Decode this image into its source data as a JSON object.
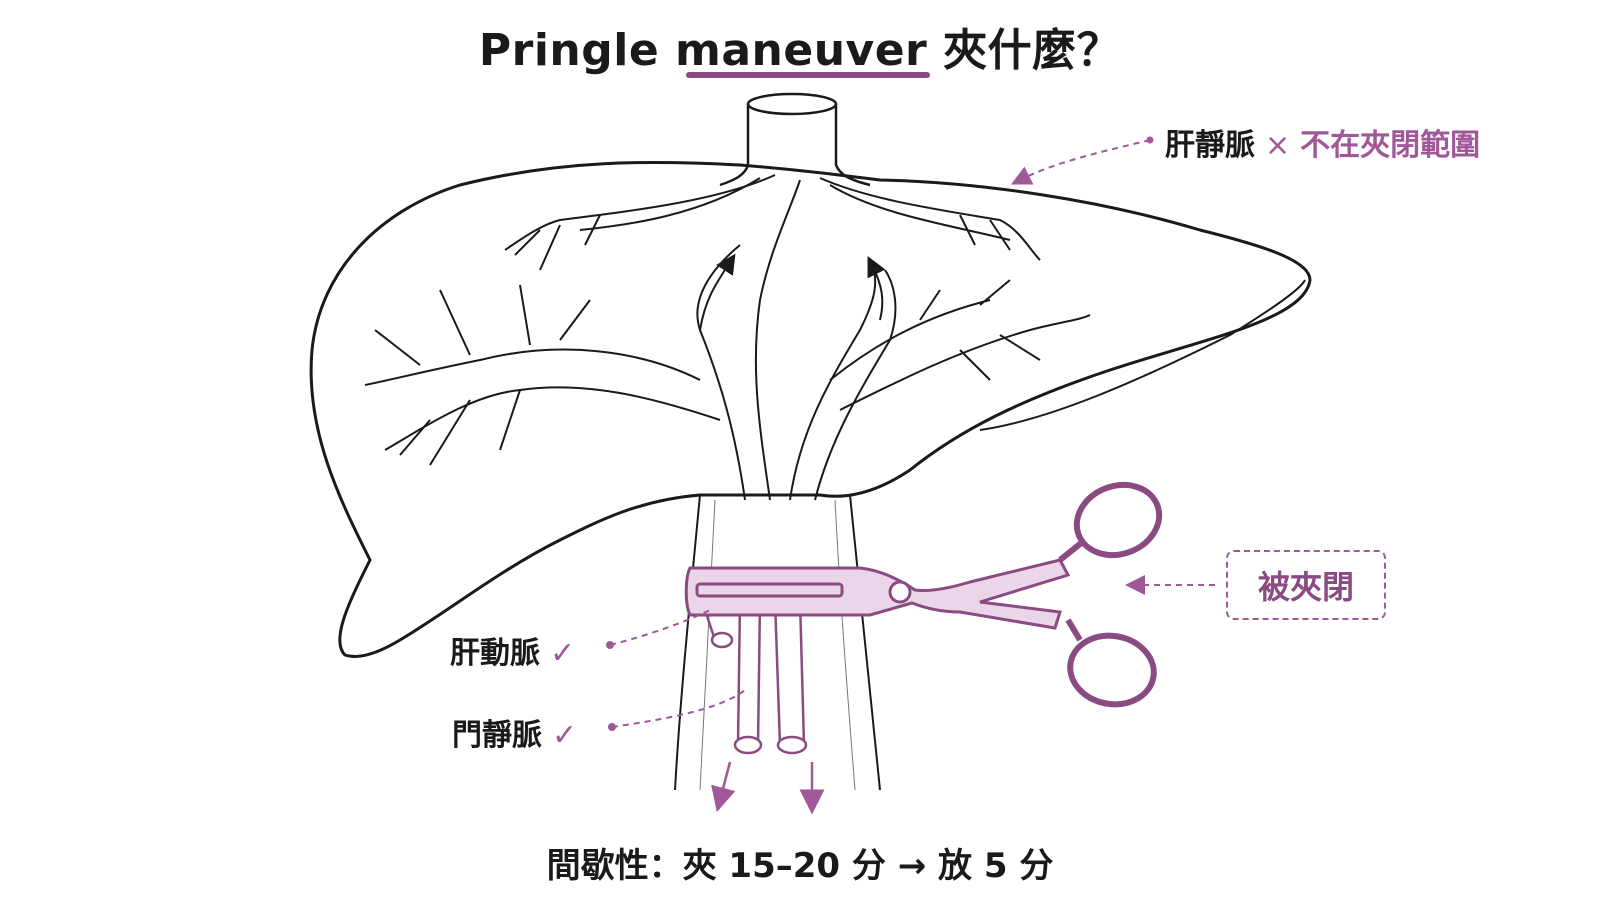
{
  "title": "Pringle maneuver 夾什麼？",
  "labels": {
    "hepatic_vein": "肝靜脈",
    "hepatic_vein_mark": "×",
    "hepatic_vein_note": "不在夾閉範圍",
    "hepatic_artery": "肝動脈",
    "portal_vein": "門靜脈",
    "check_mark": "✓",
    "clamped": "被夾閉"
  },
  "footer": "間歇性：夾 15–20 分 → 放 5 分",
  "colors": {
    "accent": "#a05898",
    "accent_dark": "#8a4a82",
    "clamp_fill": "#ead6e8",
    "outline": "#1a1a1a"
  }
}
